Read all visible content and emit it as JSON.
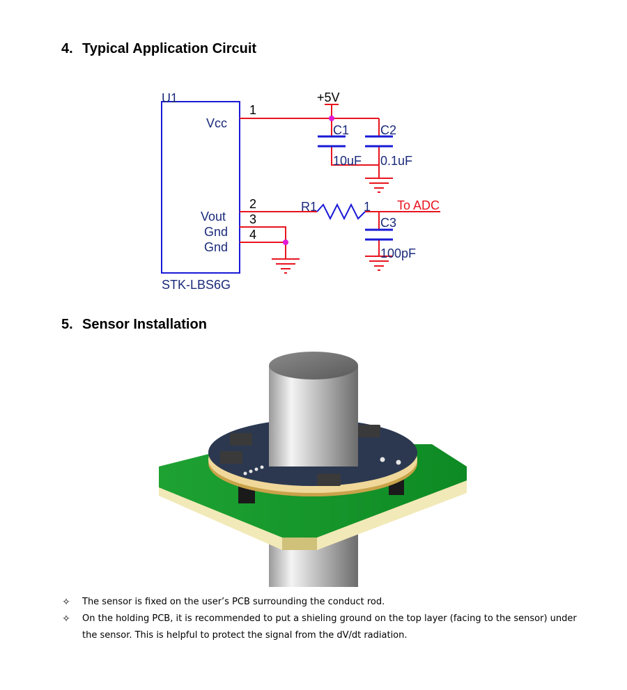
{
  "section4": {
    "number": "4.",
    "title": "Typical Application Circuit"
  },
  "section5": {
    "number": "5.",
    "title": "Sensor Installation"
  },
  "schematic": {
    "refdes": "U1",
    "part": "STK-LBS6G",
    "pins": {
      "vcc": "Vcc",
      "vout": "Vout",
      "gnd1": "Gnd",
      "gnd2": "Gnd"
    },
    "pin_numbers": {
      "p1": "1",
      "p2": "2",
      "p3": "3",
      "p4": "4"
    },
    "supply": "+5V",
    "c1": {
      "ref": "C1",
      "value": "10uF"
    },
    "c2": {
      "ref": "C2",
      "value": "0.1uF"
    },
    "r1": {
      "ref": "R1",
      "pin1": "1"
    },
    "c3": {
      "ref": "C3",
      "value": "100pF"
    },
    "output": "To ADC",
    "colors": {
      "wire": "#e8141e",
      "body": "#1a1ad6",
      "text": "#1a2a7a",
      "net": "#e8141e",
      "junction": "#e21ad6"
    }
  },
  "bullets": {
    "marker": "✧",
    "items": [
      "The sensor is fixed on the user’s PCB surrounding the conduct rod.",
      "On the holding PCB, it is recommended to put a shieling ground on the top layer (facing to the sensor) under the sensor. This is helpful to protect the signal from the dV/dt radiation."
    ]
  }
}
